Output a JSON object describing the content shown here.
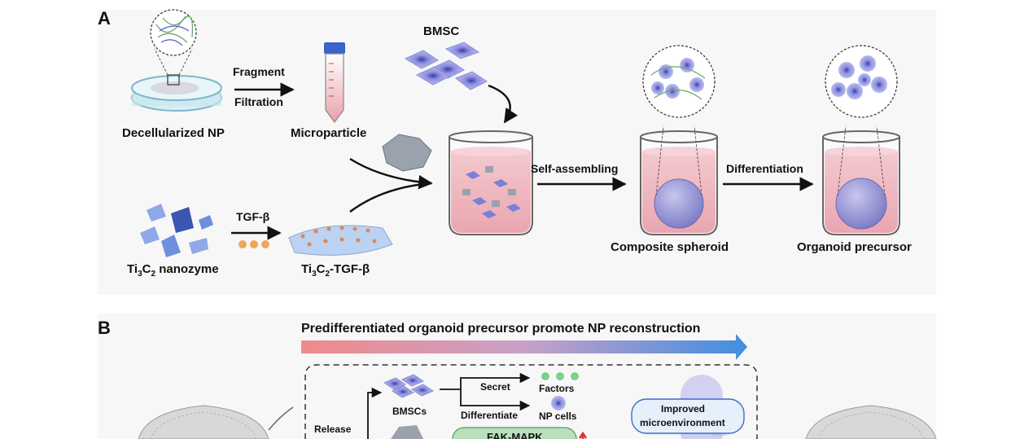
{
  "panel_a": {
    "letter": "A",
    "decellularized_np": "Decellularized NP",
    "fragment": "Fragment",
    "filtration": "Filtration",
    "microparticle": "Microparticle",
    "bmsc": "BMSC",
    "self_assembling": "Self-assembling",
    "differentiation": "Differentiation",
    "composite_spheroid": "Composite spheroid",
    "organoid_precursor": "Organoid precursor",
    "tgf_beta": "TGF-β",
    "ti3c2_nanozyme": {
      "a": "Ti",
      "s1": "3",
      "b": "C",
      "s2": "2",
      "c": " nanozyme"
    },
    "ti3c2_tgf": {
      "a": "Ti",
      "s1": "3",
      "b": "C",
      "s2": "2",
      "c": "-TGF-β"
    }
  },
  "panel_b": {
    "letter": "B",
    "title": "Predifferentiated organoid precursor promote NP reconstruction",
    "bmscs": "BMSCs",
    "secret": "Secret",
    "differentiate": "Differentiate",
    "factors": "Factors",
    "np_cells": "NP cells",
    "release": "Release",
    "fak_mapk": "FAK-MAPK",
    "improved_line1": "Improved",
    "improved_line2": "microenvironment"
  },
  "colors": {
    "arrow_gradient_start": "#f08a8a",
    "arrow_gradient_end": "#3f8fe0",
    "cell_blue": "#7b7fd6",
    "medium_pink": "#eeb8bf",
    "fak_green": "#9fd3a6"
  }
}
